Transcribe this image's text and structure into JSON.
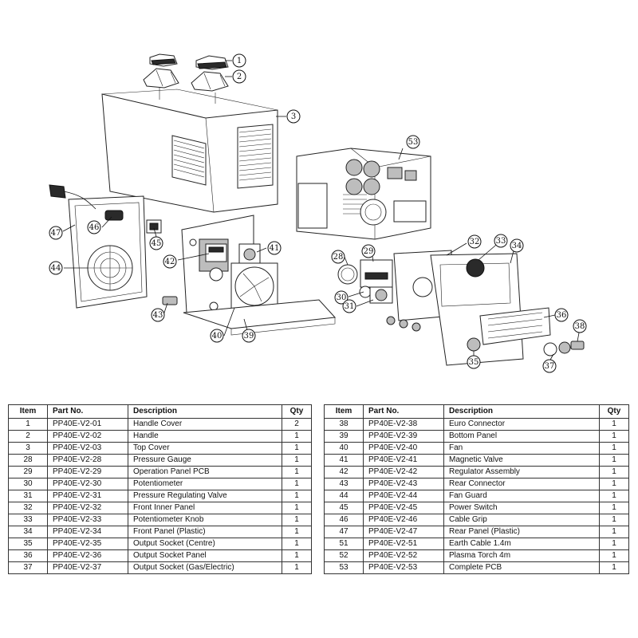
{
  "callouts": [
    "1",
    "2",
    "3",
    "53",
    "47",
    "46",
    "45",
    "42",
    "41",
    "44",
    "28",
    "29",
    "32",
    "33",
    "34",
    "30",
    "31",
    "43",
    "40",
    "39",
    "36",
    "38",
    "35",
    "37"
  ],
  "table": {
    "headers": {
      "item": "Item",
      "part_no": "Part No.",
      "description": "Description",
      "qty": "Qty"
    },
    "left_rows": [
      {
        "item": "1",
        "part_no": "PP40E-V2-01",
        "description": "Handle Cover",
        "qty": "2"
      },
      {
        "item": "2",
        "part_no": "PP40E-V2-02",
        "description": "Handle",
        "qty": "1"
      },
      {
        "item": "3",
        "part_no": "PP40E-V2-03",
        "description": "Top Cover",
        "qty": "1"
      },
      {
        "item": "28",
        "part_no": "PP40E-V2-28",
        "description": "Pressure Gauge",
        "qty": "1"
      },
      {
        "item": "29",
        "part_no": "PP40E-V2-29",
        "description": "Operation Panel PCB",
        "qty": "1"
      },
      {
        "item": "30",
        "part_no": "PP40E-V2-30",
        "description": "Potentiometer",
        "qty": "1"
      },
      {
        "item": "31",
        "part_no": "PP40E-V2-31",
        "description": "Pressure Regulating Valve",
        "qty": "1"
      },
      {
        "item": "32",
        "part_no": "PP40E-V2-32",
        "description": "Front Inner Panel",
        "qty": "1"
      },
      {
        "item": "33",
        "part_no": "PP40E-V2-33",
        "description": "Potentiometer Knob",
        "qty": "1"
      },
      {
        "item": "34",
        "part_no": "PP40E-V2-34",
        "description": "Front Panel (Plastic)",
        "qty": "1"
      },
      {
        "item": "35",
        "part_no": "PP40E-V2-35",
        "description": "Output Socket (Centre)",
        "qty": "1"
      },
      {
        "item": "36",
        "part_no": "PP40E-V2-36",
        "description": "Output Socket Panel",
        "qty": "1"
      },
      {
        "item": "37",
        "part_no": "PP40E-V2-37",
        "description": "Output Socket (Gas/Electric)",
        "qty": "1"
      }
    ],
    "right_rows": [
      {
        "item": "38",
        "part_no": "PP40E-V2-38",
        "description": "Euro Connector",
        "qty": "1"
      },
      {
        "item": "39",
        "part_no": "PP40E-V2-39",
        "description": "Bottom Panel",
        "qty": "1"
      },
      {
        "item": "40",
        "part_no": "PP40E-V2-40",
        "description": "Fan",
        "qty": "1"
      },
      {
        "item": "41",
        "part_no": "PP40E-V2-41",
        "description": "Magnetic Valve",
        "qty": "1"
      },
      {
        "item": "42",
        "part_no": "PP40E-V2-42",
        "description": "Regulator Assembly",
        "qty": "1"
      },
      {
        "item": "43",
        "part_no": "PP40E-V2-43",
        "description": "Rear Connector",
        "qty": "1"
      },
      {
        "item": "44",
        "part_no": "PP40E-V2-44",
        "description": "Fan Guard",
        "qty": "1"
      },
      {
        "item": "45",
        "part_no": "PP40E-V2-45",
        "description": "Power Switch",
        "qty": "1"
      },
      {
        "item": "46",
        "part_no": "PP40E-V2-46",
        "description": "Cable Grip",
        "qty": "1"
      },
      {
        "item": "47",
        "part_no": "PP40E-V2-47",
        "description": "Rear Panel (Plastic)",
        "qty": "1"
      },
      {
        "item": "51",
        "part_no": "PP40E-V2-51",
        "description": "Earth Cable 1.4m",
        "qty": "1"
      },
      {
        "item": "52",
        "part_no": "PP40E-V2-52",
        "description": "Plasma Torch 4m",
        "qty": "1"
      },
      {
        "item": "53",
        "part_no": "PP40E-V2-53",
        "description": "Complete PCB",
        "qty": "1"
      }
    ]
  }
}
